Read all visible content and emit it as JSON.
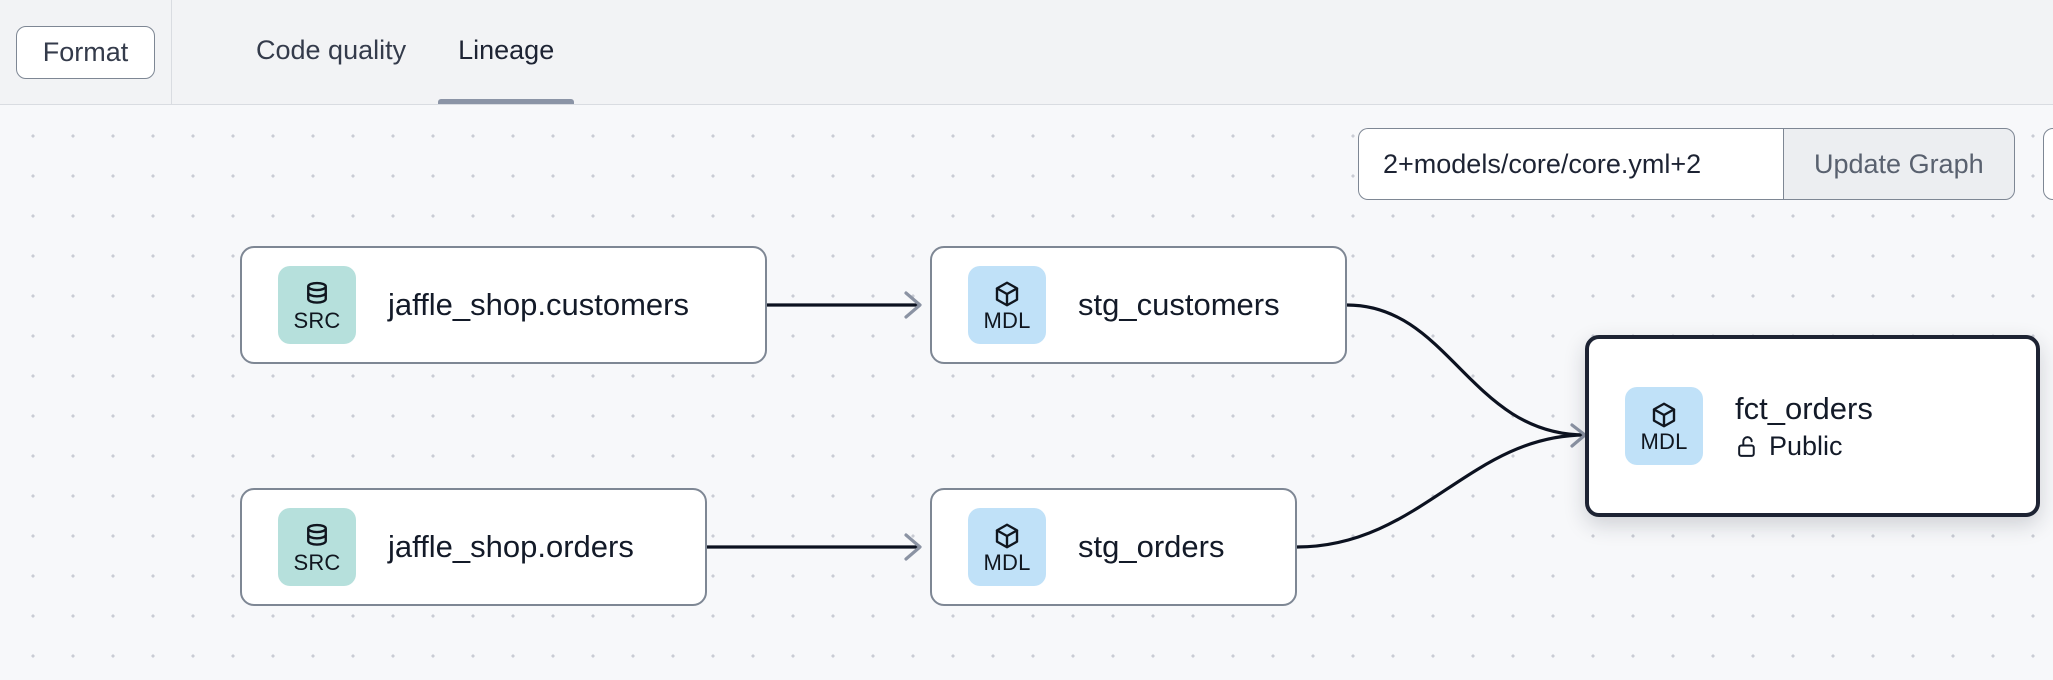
{
  "toolbar": {
    "format_label": "Format"
  },
  "tabs": [
    {
      "label": "Code quality",
      "active": false
    },
    {
      "label": "Lineage",
      "active": true
    }
  ],
  "graph_controls": {
    "selector_value": "2+models/core/core.yml+2",
    "selector_placeholder": "2+models/core/core.yml+2",
    "update_label": "Update Graph"
  },
  "lineage": {
    "nodes": [
      {
        "id": "src_customers",
        "type": "SRC",
        "label": "jaffle_shop.customers",
        "badge_text": "SRC",
        "icon": "database-icon",
        "selected": false
      },
      {
        "id": "src_orders",
        "type": "SRC",
        "label": "jaffle_shop.orders",
        "badge_text": "SRC",
        "icon": "database-icon",
        "selected": false
      },
      {
        "id": "stg_customers",
        "type": "MDL",
        "label": "stg_customers",
        "badge_text": "MDL",
        "icon": "cube-icon",
        "selected": false
      },
      {
        "id": "stg_orders",
        "type": "MDL",
        "label": "stg_orders",
        "badge_text": "MDL",
        "icon": "cube-icon",
        "selected": false
      },
      {
        "id": "fct_orders",
        "type": "MDL",
        "label": "fct_orders",
        "badge_text": "MDL",
        "icon": "cube-icon",
        "selected": true,
        "access": "Public",
        "access_icon": "unlock-icon"
      }
    ],
    "edges": [
      {
        "from": "src_customers",
        "to": "stg_customers"
      },
      {
        "from": "src_orders",
        "to": "stg_orders"
      },
      {
        "from": "stg_customers",
        "to": "fct_orders"
      },
      {
        "from": "stg_orders",
        "to": "fct_orders"
      }
    ]
  },
  "colors": {
    "src_badge": "#b6e0dc",
    "mdl_badge": "#c0e1f8",
    "node_border": "#7e8794",
    "selected_border": "#1d2333",
    "tab_underline": "#8b94a6",
    "canvas_bg": "#f7f8fa",
    "topbar_bg": "#f2f3f5"
  }
}
